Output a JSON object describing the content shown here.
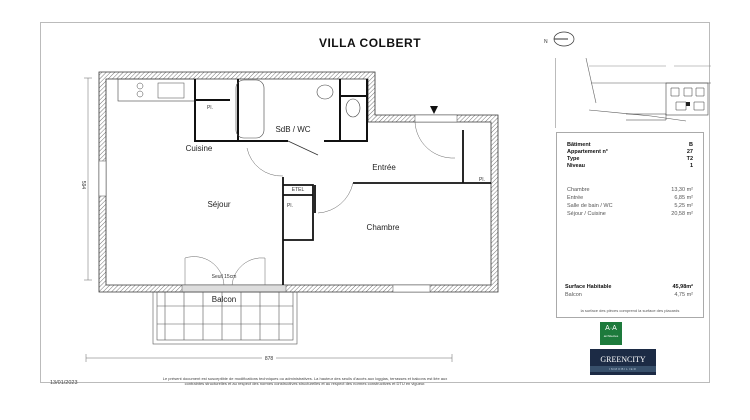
{
  "title": "VILLA COLBERT",
  "north_label": "N",
  "rooms": {
    "cuisine": "Cuisine",
    "sdb": "SdB / WC",
    "entree": "Entrée",
    "sejour": "Séjour",
    "chambre": "Chambre",
    "balcon": "Balcon",
    "etel": "ETEL",
    "placard": "Pl.",
    "seuil": "Seuil 15cm"
  },
  "dimensions": {
    "width": "878",
    "height": "594"
  },
  "info": {
    "batiment": {
      "label": "Bâtiment",
      "value": "B"
    },
    "appartement": {
      "label": "Appartement n°",
      "value": "27"
    },
    "type": {
      "label": "Type",
      "value": "T2"
    },
    "niveau": {
      "label": "Niveau",
      "value": "1"
    },
    "surfaces": [
      {
        "label": "Chambre",
        "value": "13,30 m²"
      },
      {
        "label": "Entrée",
        "value": "6,85 m²"
      },
      {
        "label": "Salle de bain / WC",
        "value": "5,25 m²"
      },
      {
        "label": "Séjour / Cuisine",
        "value": "20,58 m²"
      }
    ],
    "habitable": {
      "label": "Surface Habitable",
      "value": "45,98m²"
    },
    "balcon": {
      "label": "Balcon",
      "value": "4,75 m²"
    },
    "note": "la surface des pièces comprend la surface des placards"
  },
  "footer": {
    "date": "13/01/2023",
    "disclaimer": "Le présent document est susceptible de modifications techniques ou administratives. La hauteur des seuils d'accès aux loggias, terrasses et balcons est liée aux contraintes structurelles et au respect des normes constructives structurelles et au respect des normes constructives et DTU en vigueur."
  },
  "logos": {
    "architect": "A·A",
    "architect_sub": "architectes",
    "developer": "GREENCITY",
    "developer_sub": "IMMOBILIER"
  },
  "colors": {
    "architect_green": "#1d7a3c",
    "developer_navy": "#1c2b45"
  }
}
